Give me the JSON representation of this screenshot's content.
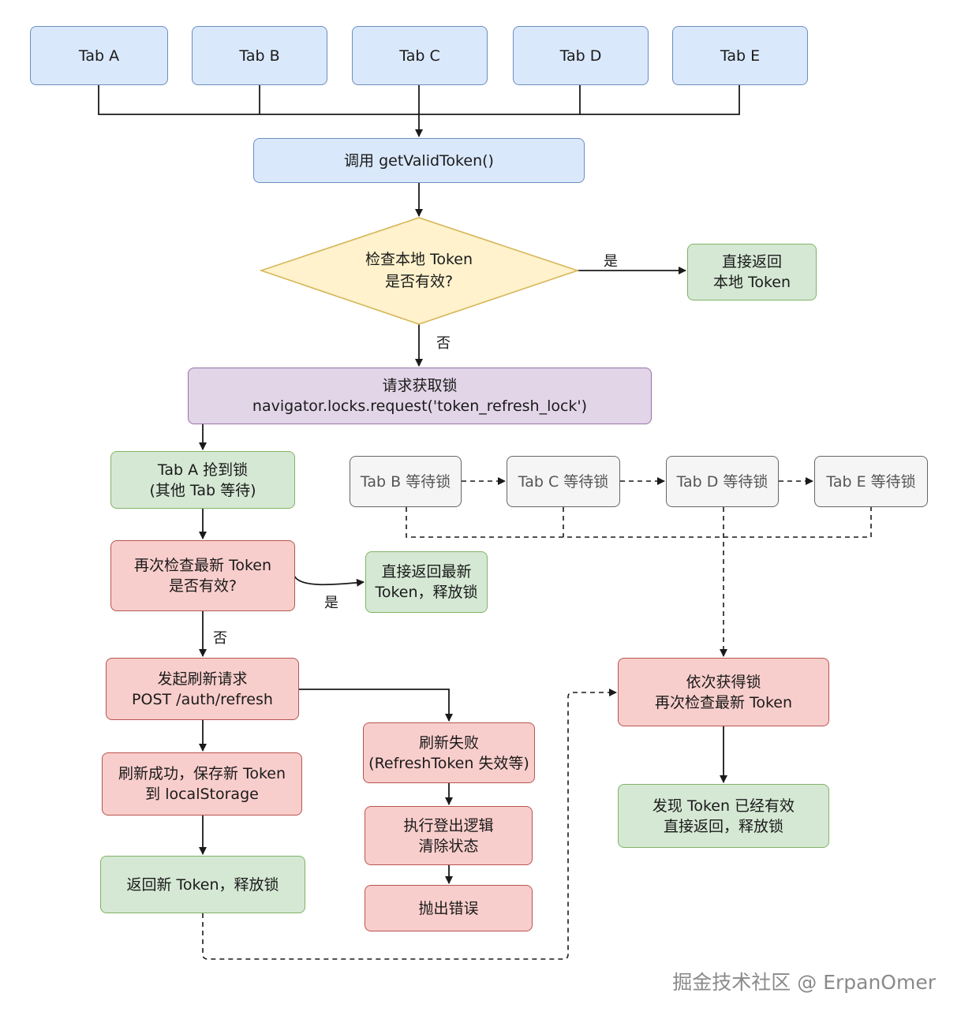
{
  "tabs": [
    "Tab A",
    "Tab B",
    "Tab C",
    "Tab D",
    "Tab E"
  ],
  "call": "调用 getValidToken()",
  "check": [
    "检查本地 Token",
    "是否有效?"
  ],
  "return_local": [
    "直接返回",
    "本地 Token"
  ],
  "lock": [
    "请求获取锁",
    "navigator.locks.request('token_refresh_lock')"
  ],
  "tab_a_lock": [
    "Tab A 抢到锁",
    "(其他 Tab 等待)"
  ],
  "waiting": [
    "Tab B 等待锁",
    "Tab C 等待锁",
    "Tab D 等待锁",
    "Tab E 等待锁"
  ],
  "recheck": [
    "再次检查最新 Token",
    "是否有效?"
  ],
  "return_latest": [
    "直接返回最新",
    "Token，释放锁"
  ],
  "refresh_req": [
    "发起刷新请求",
    "POST /auth/refresh"
  ],
  "refresh_ok": [
    "刷新成功，保存新 Token",
    "到 localStorage"
  ],
  "return_new": "返回新 Token，释放锁",
  "refresh_fail": [
    "刷新失败",
    "(RefreshToken 失效等)"
  ],
  "logout": [
    "执行登出逻辑",
    "清除状态"
  ],
  "throw": "抛出错误",
  "in_turn": [
    "依次获得锁",
    "再次检查最新 Token"
  ],
  "found_valid": [
    "发现 Token 已经有效",
    "直接返回，释放锁"
  ],
  "labels": {
    "yes1": "是",
    "no1": "否",
    "yes2": "是",
    "no2": "否"
  },
  "watermark": "掘金技术社区 @ ErpanOmer"
}
